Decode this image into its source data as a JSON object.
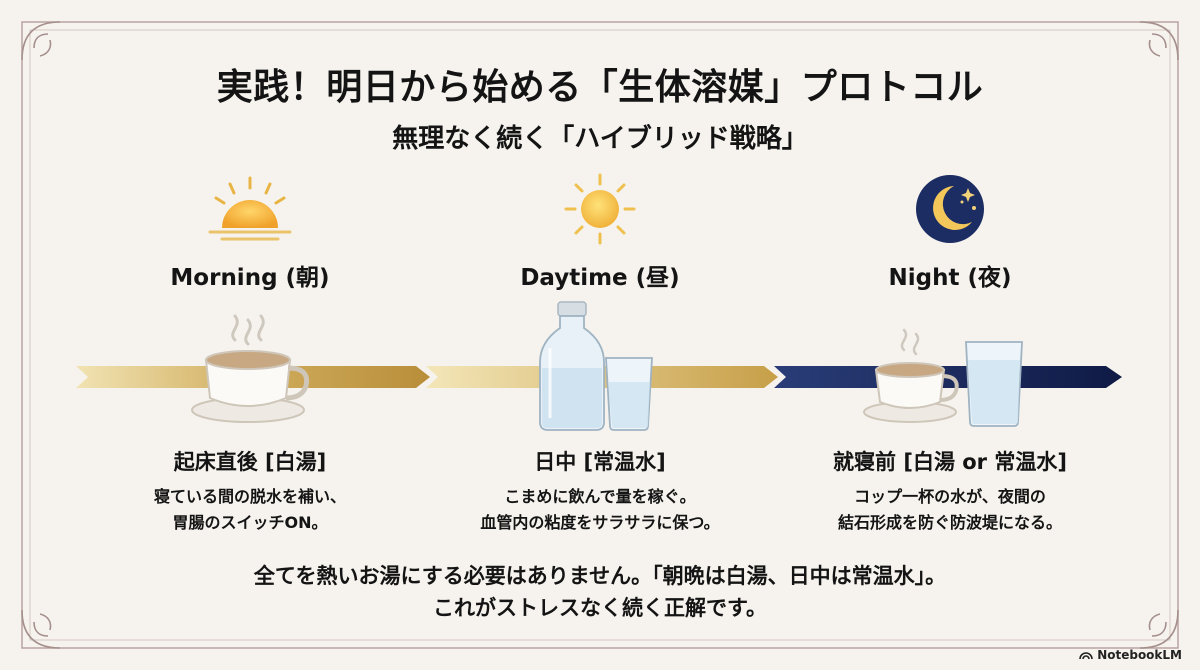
{
  "title": "実践！明日から始める「生体溶媒」プロトコル",
  "subtitle": "無理なく続く「ハイブリッド戦略」",
  "columns": [
    {
      "label": "Morning (朝)",
      "icon": "sunrise-icon",
      "heading": "起床直後 [白湯]",
      "desc_line1": "寝ている間の脱水を補い、",
      "desc_line2": "胃腸のスイッチON。"
    },
    {
      "label": "Daytime (昼)",
      "icon": "sun-icon",
      "heading": "日中 [常温水]",
      "desc_line1": "こまめに飲んで量を稼ぐ。",
      "desc_line2": "血管内の粘度をサラサラに保つ。"
    },
    {
      "label": "Night (夜)",
      "icon": "moon-icon",
      "heading": "就寝前 [白湯 or 常温水]",
      "desc_line1": "コップ一杯の水が、夜間の",
      "desc_line2": "結石形成を防ぐ防波堤になる。"
    }
  ],
  "footer": {
    "line1": "全てを熱いお湯にする必要はありません。「朝晩は白湯、日中は常温水」。",
    "line2": "これがストレスなく続く正解です。"
  },
  "brand": "NotebookLM",
  "colors": {
    "background": "#f6f3ee",
    "gold": "#c9a550",
    "navy": "#1b2a5e",
    "frame": "#b9a3a0"
  }
}
